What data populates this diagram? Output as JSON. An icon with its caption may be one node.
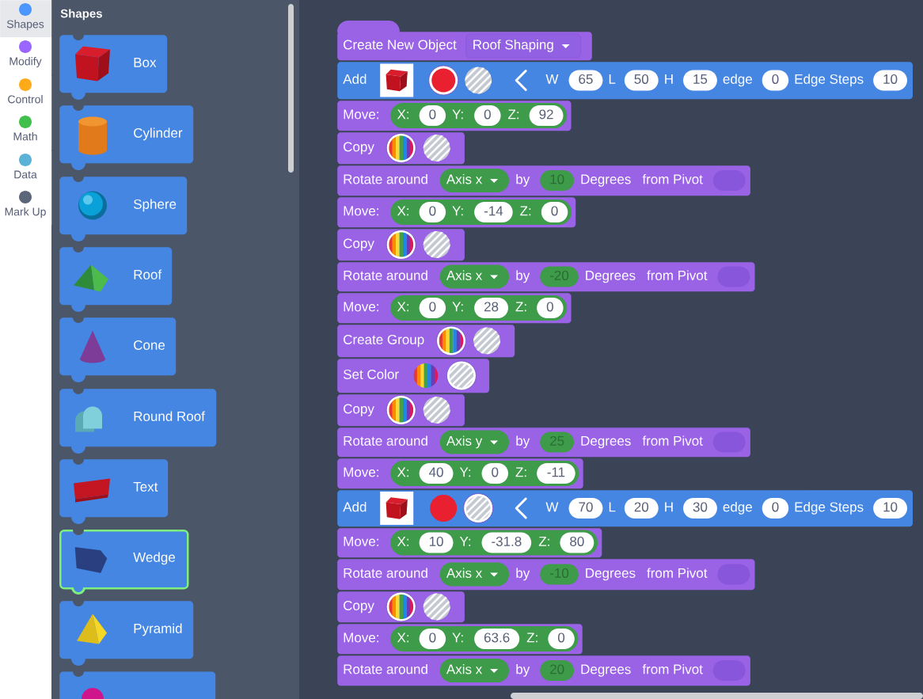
{
  "diagram": {
    "nodes": [
      {
        "text": [
          "Shapes"
        ]
      },
      {
        "text": [
          "Modify"
        ]
      },
      {
        "text": [
          "Control"
        ]
      },
      {
        "text": [
          "Math"
        ]
      },
      {
        "text": [
          "Data"
        ]
      },
      {
        "text": [
          "Mark Up"
        ]
      },
      {
        "text": [
          "Box"
        ]
      },
      {
        "text": [
          "Cylinder"
        ]
      },
      {
        "text": [
          "Sphere"
        ]
      },
      {
        "text": [
          "Roof"
        ]
      },
      {
        "text": [
          "Cone"
        ]
      },
      {
        "text": [
          "Round Roof"
        ]
      },
      {
        "text": [
          "Text"
        ]
      },
      {
        "text": [
          "Wedge"
        ]
      },
      {
        "text": [
          "Pyramid"
        ]
      },
      {
        "text": [],
        "shape": "box"
      },
      {
        "text": [
          "Create New Object",
          "Roof Shaping"
        ]
      },
      {
        "text": [
          "Add",
          "W",
          "65",
          "L",
          "50",
          "H",
          "15",
          "edge",
          "0",
          "Edge Steps",
          "10"
        ]
      },
      {
        "text": [
          "Move:",
          "X:",
          "0",
          "Y:",
          "0",
          "Z:",
          "92"
        ]
      },
      {
        "text": [
          "Copy"
        ]
      },
      {
        "text": [
          "Rotate around",
          "Axis x",
          "by",
          "10",
          "Degrees",
          "from Pivot"
        ]
      },
      {
        "text": [
          "Move:",
          "X:",
          "0",
          "Y:",
          "-14",
          "Z:",
          "0"
        ]
      },
      {
        "text": [
          "Copy"
        ]
      },
      {
        "text": [
          "Rotate around",
          "Axis x",
          "by",
          "-20",
          "Degrees",
          "from Pivot"
        ]
      },
      {
        "text": [
          "Move:",
          "X:",
          "0",
          "Y:",
          "28",
          "Z:",
          "0"
        ]
      },
      {
        "text": [
          "Create Group"
        ]
      },
      {
        "text": [
          "Set Color"
        ]
      },
      {
        "text": [
          "Copy"
        ]
      },
      {
        "text": [
          "Rotate around",
          "Axis y",
          "by",
          "25",
          "Degrees",
          "from Pivot"
        ]
      },
      {
        "text": [
          "Move:",
          "X:",
          "40",
          "Y:",
          "0",
          "Z:",
          "-11"
        ]
      },
      {
        "text": [
          "Add",
          "W",
          "70",
          "L",
          "20",
          "H",
          "30",
          "edge",
          "0",
          "Edge Steps",
          "10"
        ]
      },
      {
        "text": [
          "Move:",
          "X:",
          "10",
          "Y:",
          "-31.8",
          "Z:",
          "80"
        ]
      },
      {
        "text": [
          "Rotate around",
          "Axis x",
          "by",
          "-10",
          "Degrees",
          "from Pivot"
        ]
      },
      {
        "text": [
          "Copy"
        ]
      },
      {
        "text": [
          "Move:",
          "X:",
          "0",
          "Y:",
          "63.6",
          "Z:",
          "0"
        ]
      },
      {
        "text": [
          "Rotate around",
          "Axis x",
          "by",
          "20",
          "Degrees",
          "from Pivot"
        ]
      }
    ],
    "labels": [
      "Shapes"
    ]
  }
}
